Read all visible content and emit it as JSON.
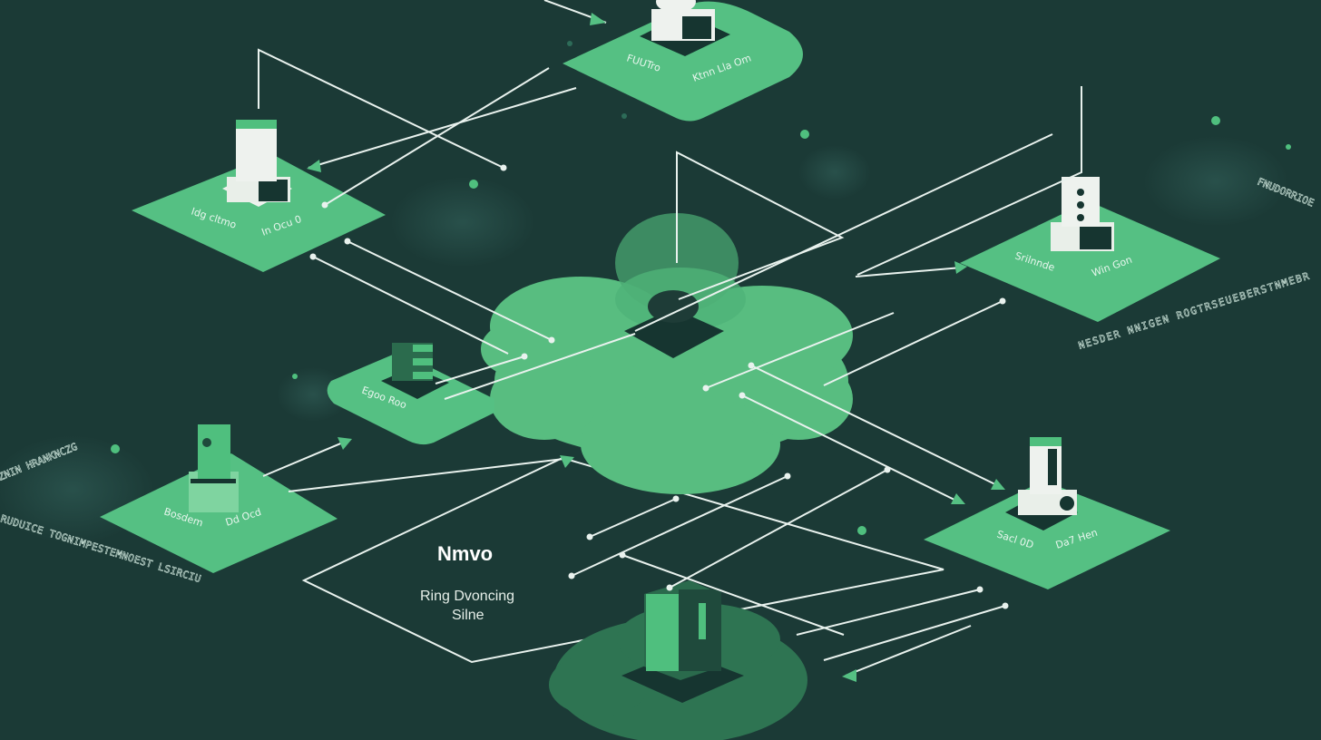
{
  "colors": {
    "background": "#1b3a36",
    "tile": "#55c083",
    "cloud": "#58bd80",
    "cloud_dark": "#2e7452",
    "device_light": "#e9efe9",
    "device_dark": "#163530"
  },
  "center_label": {
    "title": "Nmvo",
    "subtitle_line1": "Ring Dvoncing",
    "subtitle_line2": "Silne"
  },
  "tiles": [
    {
      "name": "top",
      "labels": [
        "FUUTro",
        "Ktnn Lla Om"
      ]
    },
    {
      "name": "left-top",
      "labels": [
        "Idg cltmo",
        "In Ocu 0"
      ]
    },
    {
      "name": "right",
      "labels": [
        "Srilnnde",
        "Win Gon"
      ]
    },
    {
      "name": "small-left",
      "labels": [
        "Egoo Roo"
      ]
    },
    {
      "name": "left-bottom",
      "labels": [
        "Bosdem",
        "Dd Ocd"
      ]
    },
    {
      "name": "bottom-right",
      "labels": [
        "Sacl 0D",
        "Da7 Hen"
      ]
    }
  ],
  "side_text": {
    "left_upper": "ZNIN HRANKNCZG",
    "left_lower": "RUDUICE TOGNIMPESTEMNOEST LSIRCIU",
    "right_upper": "FNUDORRIOE",
    "right_lower": "NESDER NNIGEN ROGTRSEUEBERSTNMEBR"
  }
}
